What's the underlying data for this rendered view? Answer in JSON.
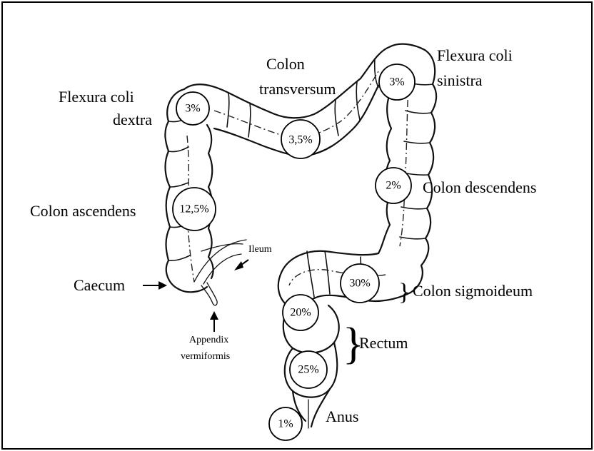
{
  "labels": {
    "flexura_dextra_1": "Flexura coli",
    "flexura_dextra_2": "dextra",
    "colon_transversum_1": "Colon",
    "colon_transversum_2": "transversum",
    "flexura_sinistra_1": "Flexura coli",
    "flexura_sinistra_2": "sinistra",
    "colon_ascendens": "Colon ascendens",
    "colon_descendens": "Colon descendens",
    "ileum": "Ileum",
    "caecum": "Caecum",
    "appendix_1": "Appendix",
    "appendix_2": "vermiformis",
    "colon_sigmoideum": "Colon sigmoideum",
    "rectum": "Rectum",
    "anus": "Anus"
  },
  "percentages": {
    "flexura_dextra": "3%",
    "colon_transversum": "3,5%",
    "flexura_sinistra": "3%",
    "colon_ascendens": "12,5%",
    "colon_descendens": "2%",
    "colon_sigmoideum": "30%",
    "rectum_upper": "20%",
    "rectum_lower": "25%",
    "anus": "1%"
  },
  "braces": {
    "sigmoid": "}",
    "rectum": "}"
  }
}
